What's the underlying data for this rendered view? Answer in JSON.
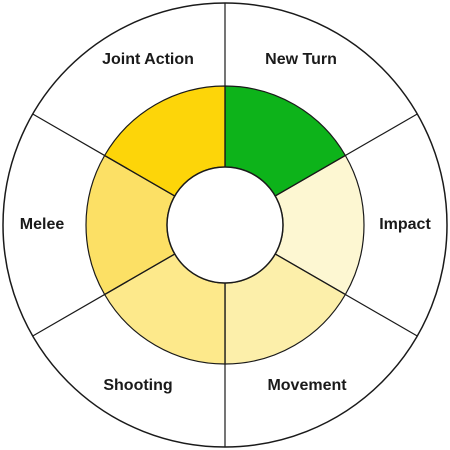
{
  "wheel": {
    "phases": [
      {
        "key": "new-turn",
        "label": "New Turn",
        "color": "#0db31a"
      },
      {
        "key": "impact",
        "label": "Impact",
        "color": "#fdf7d2"
      },
      {
        "key": "movement",
        "label": "Movement",
        "color": "#fcefaa"
      },
      {
        "key": "shooting",
        "label": "Shooting",
        "color": "#fde98b"
      },
      {
        "key": "melee",
        "label": "Melee",
        "color": "#fce065"
      },
      {
        "key": "joint-action",
        "label": "Joint Action",
        "color": "#fdd509"
      }
    ],
    "outline_color": "#1a1a1a",
    "background_color": "#ffffff"
  }
}
